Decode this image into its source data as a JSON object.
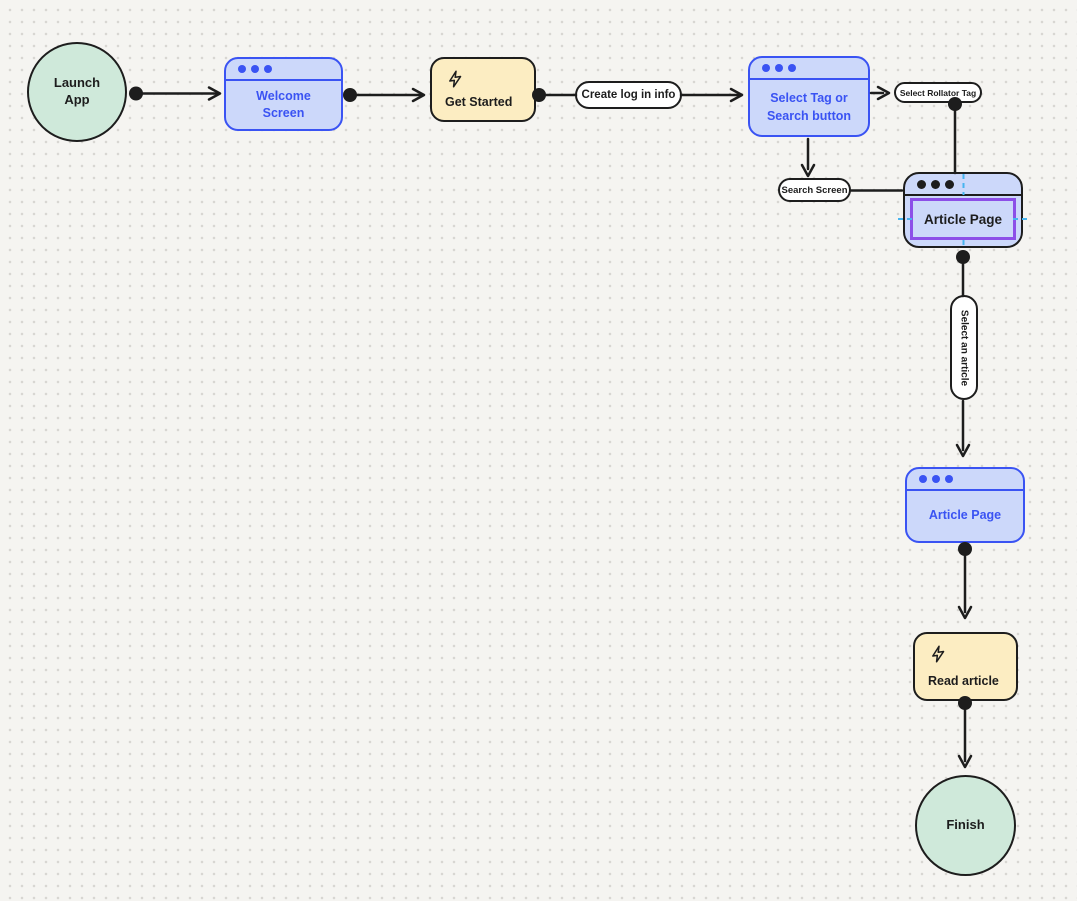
{
  "colors": {
    "background": "#f5f4f1",
    "grid_dot": "#d8d6d2",
    "ink": "#1d1d1d",
    "blue_accent": "#3a53f3",
    "blue_fill": "#ccd8fa",
    "green_fill": "#cfe9da",
    "yellow_fill": "#fcedc2",
    "purple_select": "#8c4fe8",
    "guide_blue": "#46b4f0"
  },
  "nodes": {
    "launch_app": {
      "label": "Launch\nApp"
    },
    "welcome_screen": {
      "label": "Welcome\nScreen"
    },
    "get_started": {
      "label": "Get Started"
    },
    "create_login_info": {
      "label": "Create log in info"
    },
    "select_tag_or_search": {
      "label": "Select Tag or\nSearch button"
    },
    "select_rollator_tag": {
      "label": "Select Rollator Tag"
    },
    "search_screen": {
      "label": "Search Screen"
    },
    "article_page_selected": {
      "label": "Article Page"
    },
    "select_an_article": {
      "label": "Select an article"
    },
    "article_page": {
      "label": "Article Page"
    },
    "read_article": {
      "label": "Read article"
    },
    "finish": {
      "label": "Finish"
    }
  }
}
